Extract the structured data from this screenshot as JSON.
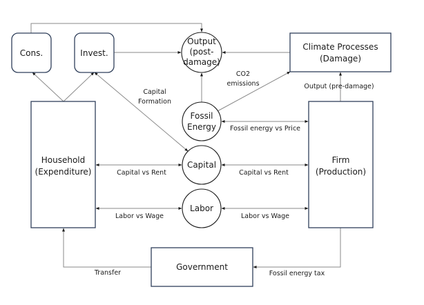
{
  "diagram": {
    "nodes": {
      "cons": {
        "label": "Cons.",
        "shape": "rounded-rect"
      },
      "invest": {
        "label": "Invest.",
        "shape": "rounded-rect"
      },
      "output_post": {
        "lines": [
          "Output",
          "(post-",
          "damage)"
        ],
        "shape": "circle"
      },
      "climate": {
        "lines": [
          "Climate Processes",
          "(Damage)"
        ],
        "shape": "rect"
      },
      "household": {
        "lines": [
          "Household",
          "(Expenditure)"
        ],
        "shape": "rect"
      },
      "firm": {
        "lines": [
          "Firm",
          "(Production)"
        ],
        "shape": "rect"
      },
      "fossil": {
        "lines": [
          "Fossil",
          "Energy"
        ],
        "shape": "circle"
      },
      "capital": {
        "label": "Capital",
        "shape": "circle"
      },
      "labor": {
        "label": "Labor",
        "shape": "circle"
      },
      "government": {
        "label": "Government",
        "shape": "rect"
      }
    },
    "edges": {
      "capital_formation": {
        "lines": [
          "Capital",
          "Formation"
        ],
        "from": "Invest.",
        "to": "Capital"
      },
      "co2": {
        "lines": [
          "CO2",
          "emissions"
        ],
        "from": "Fossil Energy",
        "to": "Climate Processes (Damage)"
      },
      "output_pre": {
        "label": "Output (pre-damage)",
        "from": "Firm",
        "to": "Climate Processes (Damage)"
      },
      "fossil_price": {
        "label": "Fossil energy vs Price",
        "from": "Fossil Energy",
        "to": "Firm",
        "bidirectional": true
      },
      "capital_rent_left": {
        "label": "Capital vs Rent",
        "from": "Household",
        "to": "Capital",
        "bidirectional": true
      },
      "capital_rent_right": {
        "label": "Capital vs Rent",
        "from": "Capital",
        "to": "Firm",
        "bidirectional": true
      },
      "labor_wage_left": {
        "label": "Labor vs Wage",
        "from": "Household",
        "to": "Labor",
        "bidirectional": true
      },
      "labor_wage_right": {
        "label": "Labor vs Wage",
        "from": "Labor",
        "to": "Firm",
        "bidirectional": true
      },
      "transfer": {
        "label": "Transfer",
        "from": "Government",
        "to": "Household"
      },
      "fossil_tax": {
        "label": "Fossil energy tax",
        "from": "Firm",
        "to": "Government"
      },
      "cons_to_output": {
        "from": "Cons.",
        "to": "Output (post-damage)"
      },
      "invest_to_output": {
        "from": "Invest.",
        "to": "Output (post-damage)"
      },
      "climate_to_output": {
        "from": "Climate Processes (Damage)",
        "to": "Output (post-damage)"
      },
      "fossil_to_output": {
        "from": "Fossil Energy",
        "to": "Output (post-damage)"
      },
      "household_to_cons": {
        "from": "Household",
        "to": "Cons."
      },
      "household_to_invest": {
        "from": "Household",
        "to": "Invest."
      }
    }
  }
}
